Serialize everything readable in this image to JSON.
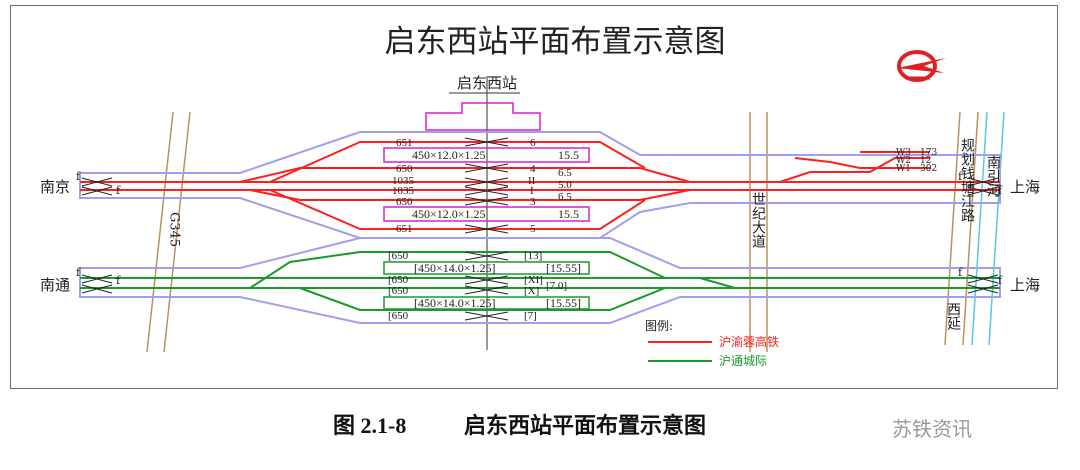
{
  "title": "启东西站平面布置示意图",
  "station_label": "启东西站",
  "figure_number": "图 2.1-8",
  "figure_title": "启东西站平面布置示意图",
  "watermark": "苏铁资讯",
  "places": {
    "nanjing": "南京",
    "nantong": "南通",
    "shanghai_top": "上海",
    "shanghai_bottom": "上海",
    "g345": "G345",
    "shiji_avenue": "世纪大道",
    "planned_road": "规划钱塘江路",
    "nanyin_river": "南引河",
    "xiyan": "西延"
  },
  "hsr_track_labels": {
    "left": [
      "651",
      "650",
      "1035",
      "1035",
      "650",
      "651"
    ],
    "right": [
      "6",
      "4",
      "II",
      "I",
      "3",
      "5"
    ],
    "lengths": [
      "6.5",
      "5.0",
      "6.5"
    ],
    "platform_top": "450×12.0×1.25",
    "platform_top_len": "15.5",
    "platform_bottom": "450×12.0×1.25",
    "platform_bottom_len": "15.5"
  },
  "intercity_track_labels": {
    "left": [
      "[650",
      "[650",
      "[650",
      "[650"
    ],
    "right": [
      "[13]",
      "[XI]",
      "[X]",
      "[7]"
    ],
    "length": "[7.0]",
    "platform_top": "[450×14.0×1.25]",
    "platform_top_len": "[15.55]",
    "platform_bottom": "[450×14.0×1.25]",
    "platform_bottom_len": "[15.55]"
  },
  "siding_labels": [
    "W3",
    "W2",
    "W1"
  ],
  "siding_values": [
    "173",
    "12",
    "302"
  ],
  "end_marks": [
    "f",
    "f",
    "f",
    "f",
    "f",
    "f",
    "f",
    "f"
  ],
  "legend": {
    "title": "图例:",
    "items": [
      {
        "label": "沪渝蓉高铁",
        "color": "#ff1f1f"
      },
      {
        "label": "沪通城际",
        "color": "#1a9a2c"
      }
    ]
  },
  "colors": {
    "hsr": "#ff1f1f",
    "intercity": "#1a9a2c",
    "outline": "#9f9ff2",
    "platform": "#d91fd9",
    "road": "#b8935a",
    "river": "#57c8e6"
  }
}
